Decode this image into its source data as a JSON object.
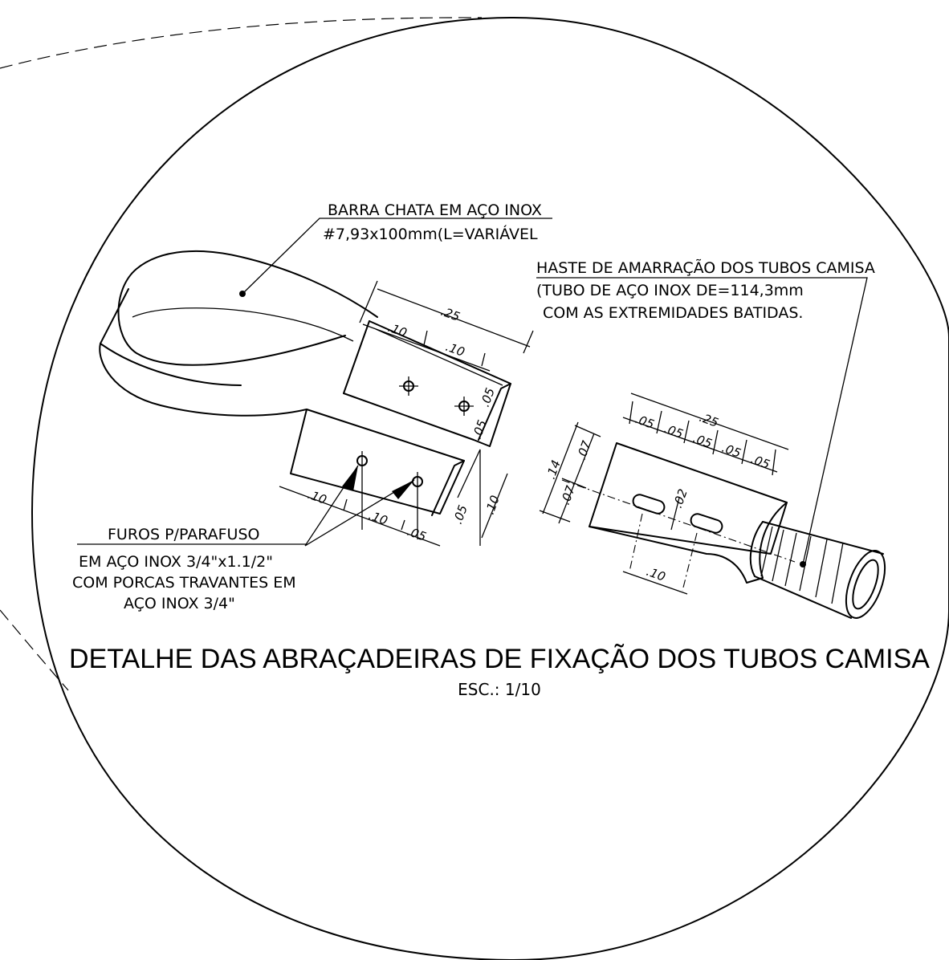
{
  "title": "DETALHE DAS ABRAÇADEIRAS DE FIXAÇÃO DOS TUBOS CAMISA",
  "scale": "ESC.: 1/10",
  "notes": {
    "barra_line1": "BARRA CHATA EM AÇO INOX",
    "barra_line2": "#7,93x100mm(L=VARIÁVEL",
    "haste_line1": "HASTE DE AMARRAÇÃO DOS TUBOS CAMISA",
    "haste_line2": "(TUBO DE AÇO INOX DE=114,3mm",
    "haste_line3": "COM AS EXTREMIDADES BATIDAS.",
    "furos_line1": "FUROS P/PARAFUSO",
    "furos_line2": "EM AÇO INOX 3/4\"x1.1/2\"",
    "furos_line3": "COM PORCAS TRAVANTES EM",
    "furos_line4": "AÇO INOX 3/4\""
  },
  "dimensions": {
    "clamp_top_total": ".25",
    "clamp_top_a": ".10",
    "clamp_top_b": ".10",
    "clamp_side_a": ".05",
    "clamp_side_b": ".05",
    "clamp_bottom_a": ".10",
    "clamp_bottom_b": ".10",
    "clamp_bottom_c": ".05",
    "clamp_right_a": ".05",
    "clamp_right_b": ".10",
    "rod_top_total": ".25",
    "rod_top_1": ".05",
    "rod_top_2": ".05",
    "rod_top_3": ".05",
    "rod_top_4": ".05",
    "rod_top_5": ".05",
    "rod_left_total": ".14",
    "rod_left_a": ".07",
    "rod_left_b": ".07",
    "rod_slot_gap": ".02",
    "rod_bottom": ".10"
  }
}
